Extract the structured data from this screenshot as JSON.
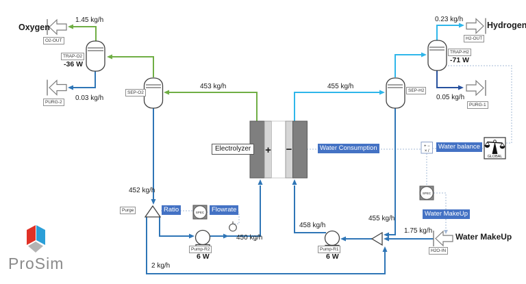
{
  "logo": {
    "text": "ProSim"
  },
  "products": {
    "oxygen": "Oxygen",
    "hydrogen": "Hydrogen",
    "water_makeup": "Water MakeUp"
  },
  "flows": {
    "o2_product": "1.45 kg/h",
    "o2_purge": "0.03 kg/h",
    "o2_gas": "453 kg/h",
    "o2_liquid": "452 kg/h",
    "h2_product": "0.23 kg/h",
    "h2_purge": "0.05 kg/h",
    "h2_gas": "455 kg/h",
    "h2_liquid": "455 kg/h",
    "makeup": "1.75 kg/h",
    "recycle": "2 kg/h",
    "anode_feed": "450 kg/h",
    "cathode_feed": "458 kg/h"
  },
  "tags": {
    "o2_out": "O2-OUT",
    "purg_2": "PURG-2",
    "trap_o2": "TRAP-O2",
    "sep_o2": "SEP-O2",
    "purge": "Purge",
    "pump_r2": "Pump-R2",
    "pump_r1": "Pump-R1",
    "sep_h2": "SEP-H2",
    "trap_h2": "TRAP-H2",
    "h2_out": "H2-OUT",
    "purg_1": "PURG-1",
    "h2o_in": "H2O-IN",
    "global": "GLOBAL",
    "spec": "SPEC"
  },
  "duties": {
    "trap_o2": "-36 W",
    "trap_h2": "-71 W",
    "pump_r2": "6 W",
    "pump_r1": "6 W"
  },
  "unit_labels": {
    "electrolyzer": "Electrolyzer",
    "plus": "+",
    "minus": "−"
  },
  "spec_labels": {
    "ratio": "Ratio",
    "flowrate": "Flowrate",
    "water_consumption": "Water Consumption",
    "water_balance": "Water balance",
    "water_makeup": "Water MakeUp"
  },
  "calc": {
    "row1": "+ −",
    "row2": "× /"
  },
  "colors": {
    "o2_stream": "#6fae44",
    "h2_stream": "#2eb6ea",
    "liquid_stream": "#2e75b6",
    "purge_stream": "#27519e",
    "spec_label_bg": "#4472c4",
    "logo_red": "#e03126",
    "logo_blue": "#2b9fd8",
    "logo_gray": "#b3b3b3"
  }
}
